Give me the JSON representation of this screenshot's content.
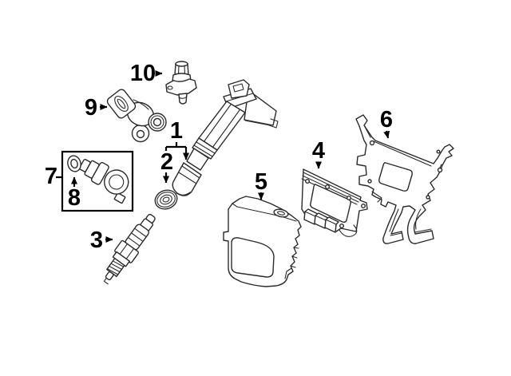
{
  "diagram": {
    "type": "exploded-parts-diagram",
    "subject": "ignition-system-components",
    "background_color": "#ffffff",
    "line_color": "#2a2a2a",
    "label_color": "#000000",
    "callouts": [
      {
        "label": "1",
        "part": "ignition-coil"
      },
      {
        "label": "2",
        "part": "ignition-coil-seal"
      },
      {
        "label": "3",
        "part": "spark-plug"
      },
      {
        "label": "4",
        "part": "control-module-housing"
      },
      {
        "label": "5",
        "part": "engine-control-module"
      },
      {
        "label": "6",
        "part": "mounting-bracket"
      },
      {
        "label": "7",
        "part": "sensor-assembly"
      },
      {
        "label": "8",
        "part": "o-ring"
      },
      {
        "label": "9",
        "part": "crankshaft-position-sensor"
      },
      {
        "label": "10",
        "part": "camshaft-position-sensor"
      }
    ]
  }
}
